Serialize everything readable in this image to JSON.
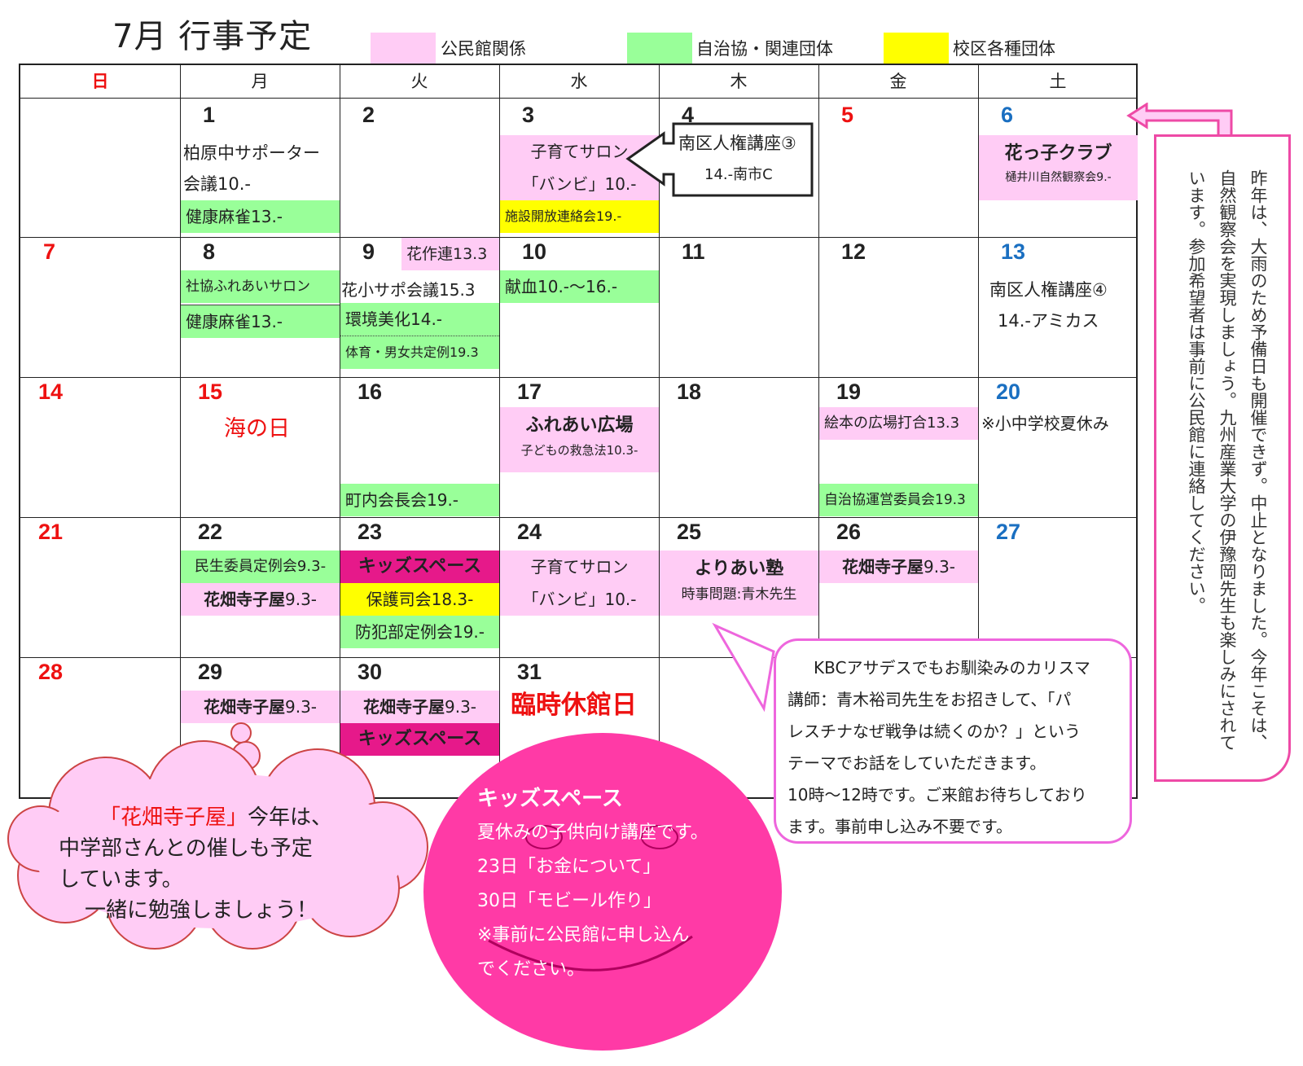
{
  "title": "7月 行事予定",
  "legend": [
    {
      "label": "公民館関係",
      "color": "#ffccf5"
    },
    {
      "label": "自治協・関連団体",
      "color": "#99ff99"
    },
    {
      "label": "校区各種団体",
      "color": "#ffff00"
    }
  ],
  "weekdays": [
    "日",
    "月",
    "火",
    "水",
    "木",
    "金",
    "土"
  ],
  "days": {
    "d1": "1",
    "d2": "2",
    "d3": "3",
    "d4": "4",
    "d5": "5",
    "d6": "6",
    "d7": "7",
    "d8": "8",
    "d9": "9",
    "d10": "10",
    "d11": "11",
    "d12": "12",
    "d13": "13",
    "d14": "14",
    "d15": "15",
    "d16": "16",
    "d17": "17",
    "d18": "18",
    "d19": "19",
    "d20": "20",
    "d21": "21",
    "d22": "22",
    "d23": "23",
    "d24": "24",
    "d25": "25",
    "d26": "26",
    "d27": "27",
    "d28": "28",
    "d29": "29",
    "d30": "30",
    "d31": "31"
  },
  "events": {
    "d1_a": "柏原中サポーター",
    "d1_b": "会議10.-",
    "d1_c": "健康麻雀13.-",
    "d3_a": "子育てサロン",
    "d3_b": "「バンビ」10.-",
    "d3_c": "施設開放連絡会19.-",
    "d4_a": "南区人権講座③",
    "d4_b": "14.-南市C",
    "d6_a": "花っ子クラブ",
    "d6_b": "樋井川自然観察会9.-",
    "d8_a": "社協ふれあいサロン",
    "d8_b": "健康麻雀13.-",
    "d9_a": "花作連13.3",
    "d9_b": "花小サポ会議15.3",
    "d9_c": "環境美化14.-",
    "d9_d": "体育・男女共定例19.3",
    "d10_a": "献血10.-～16.-",
    "d13_a": "南区人権講座④",
    "d13_b": "14.-アミカス",
    "d15_a": "海の日",
    "d16_a": "町内会長会19.-",
    "d17_a": "ふれあい広場",
    "d17_b": "子どもの救急法10.3-",
    "d19_a": "絵本の広場打合13.3",
    "d19_b": "自治協運営委員会19.3",
    "d20_a": "※小中学校夏休み",
    "d22_a": "民生委員定例会9.3-",
    "d22_b_main": "花畑寺子屋",
    "d22_b_time": "9.3-",
    "d23_a": "キッズスペース",
    "d23_b": "保護司会18.3-",
    "d23_c": "防犯部定例会19.-",
    "d24_a": "子育てサロン",
    "d24_b": "「バンビ」10.-",
    "d25_a": "よりあい塾",
    "d25_b": "時事問題:青木先生",
    "d26_main": "花畑寺子屋",
    "d26_time": "9.3-",
    "d29_main": "花畑寺子屋",
    "d29_time": "9.3-",
    "d30_main": "花畑寺子屋",
    "d30_time": "9.3-",
    "d30_b": "キッズスペース",
    "d31_a": "臨時休館日"
  },
  "side_note": "昨年は、大雨のため予備日も開催できず。中止となりました。今年こそは、自然観察会を実現しましょう。九州産業大学の伊豫岡先生も楽しみにされています。参加希望者は事前に公民館に連絡してください。",
  "bubble": {
    "line1": "KBCアサデスでもお馴染みのカリスマ",
    "line2": "講師：青木裕司先生をお招きして、「パ",
    "line3": "レスチナなぜ戦争は続くのか？」という",
    "line4": "テーマでお話をしていただきます。",
    "line5": "10時～12時です。ご来館お待ちしており",
    "line6": "ます。事前申し込み不要です。"
  },
  "cloud": {
    "highlight": "「花畑寺子屋」",
    "line1_rest": "今年は、",
    "line2": "中学部さんとの催しも予定",
    "line3": "しています。",
    "line4": "一緒に勉強しましょう！"
  },
  "kids": {
    "title": "キッズスペース",
    "line1": "夏休みの子供向け講座です。",
    "line2": "23日「お金について」",
    "line3": "30日「モビール作り」",
    "line4": "※事前に公民館に申し込ん",
    "line5": "でください。"
  },
  "colors": {
    "pink": "#ffccf5",
    "green": "#99ff99",
    "yellow": "#ffff00",
    "magenta": "#e6198a",
    "sunday_red": "#ee1111",
    "saturday_blue": "#1a6fc1",
    "accent_pink": "#ee4aa6"
  }
}
